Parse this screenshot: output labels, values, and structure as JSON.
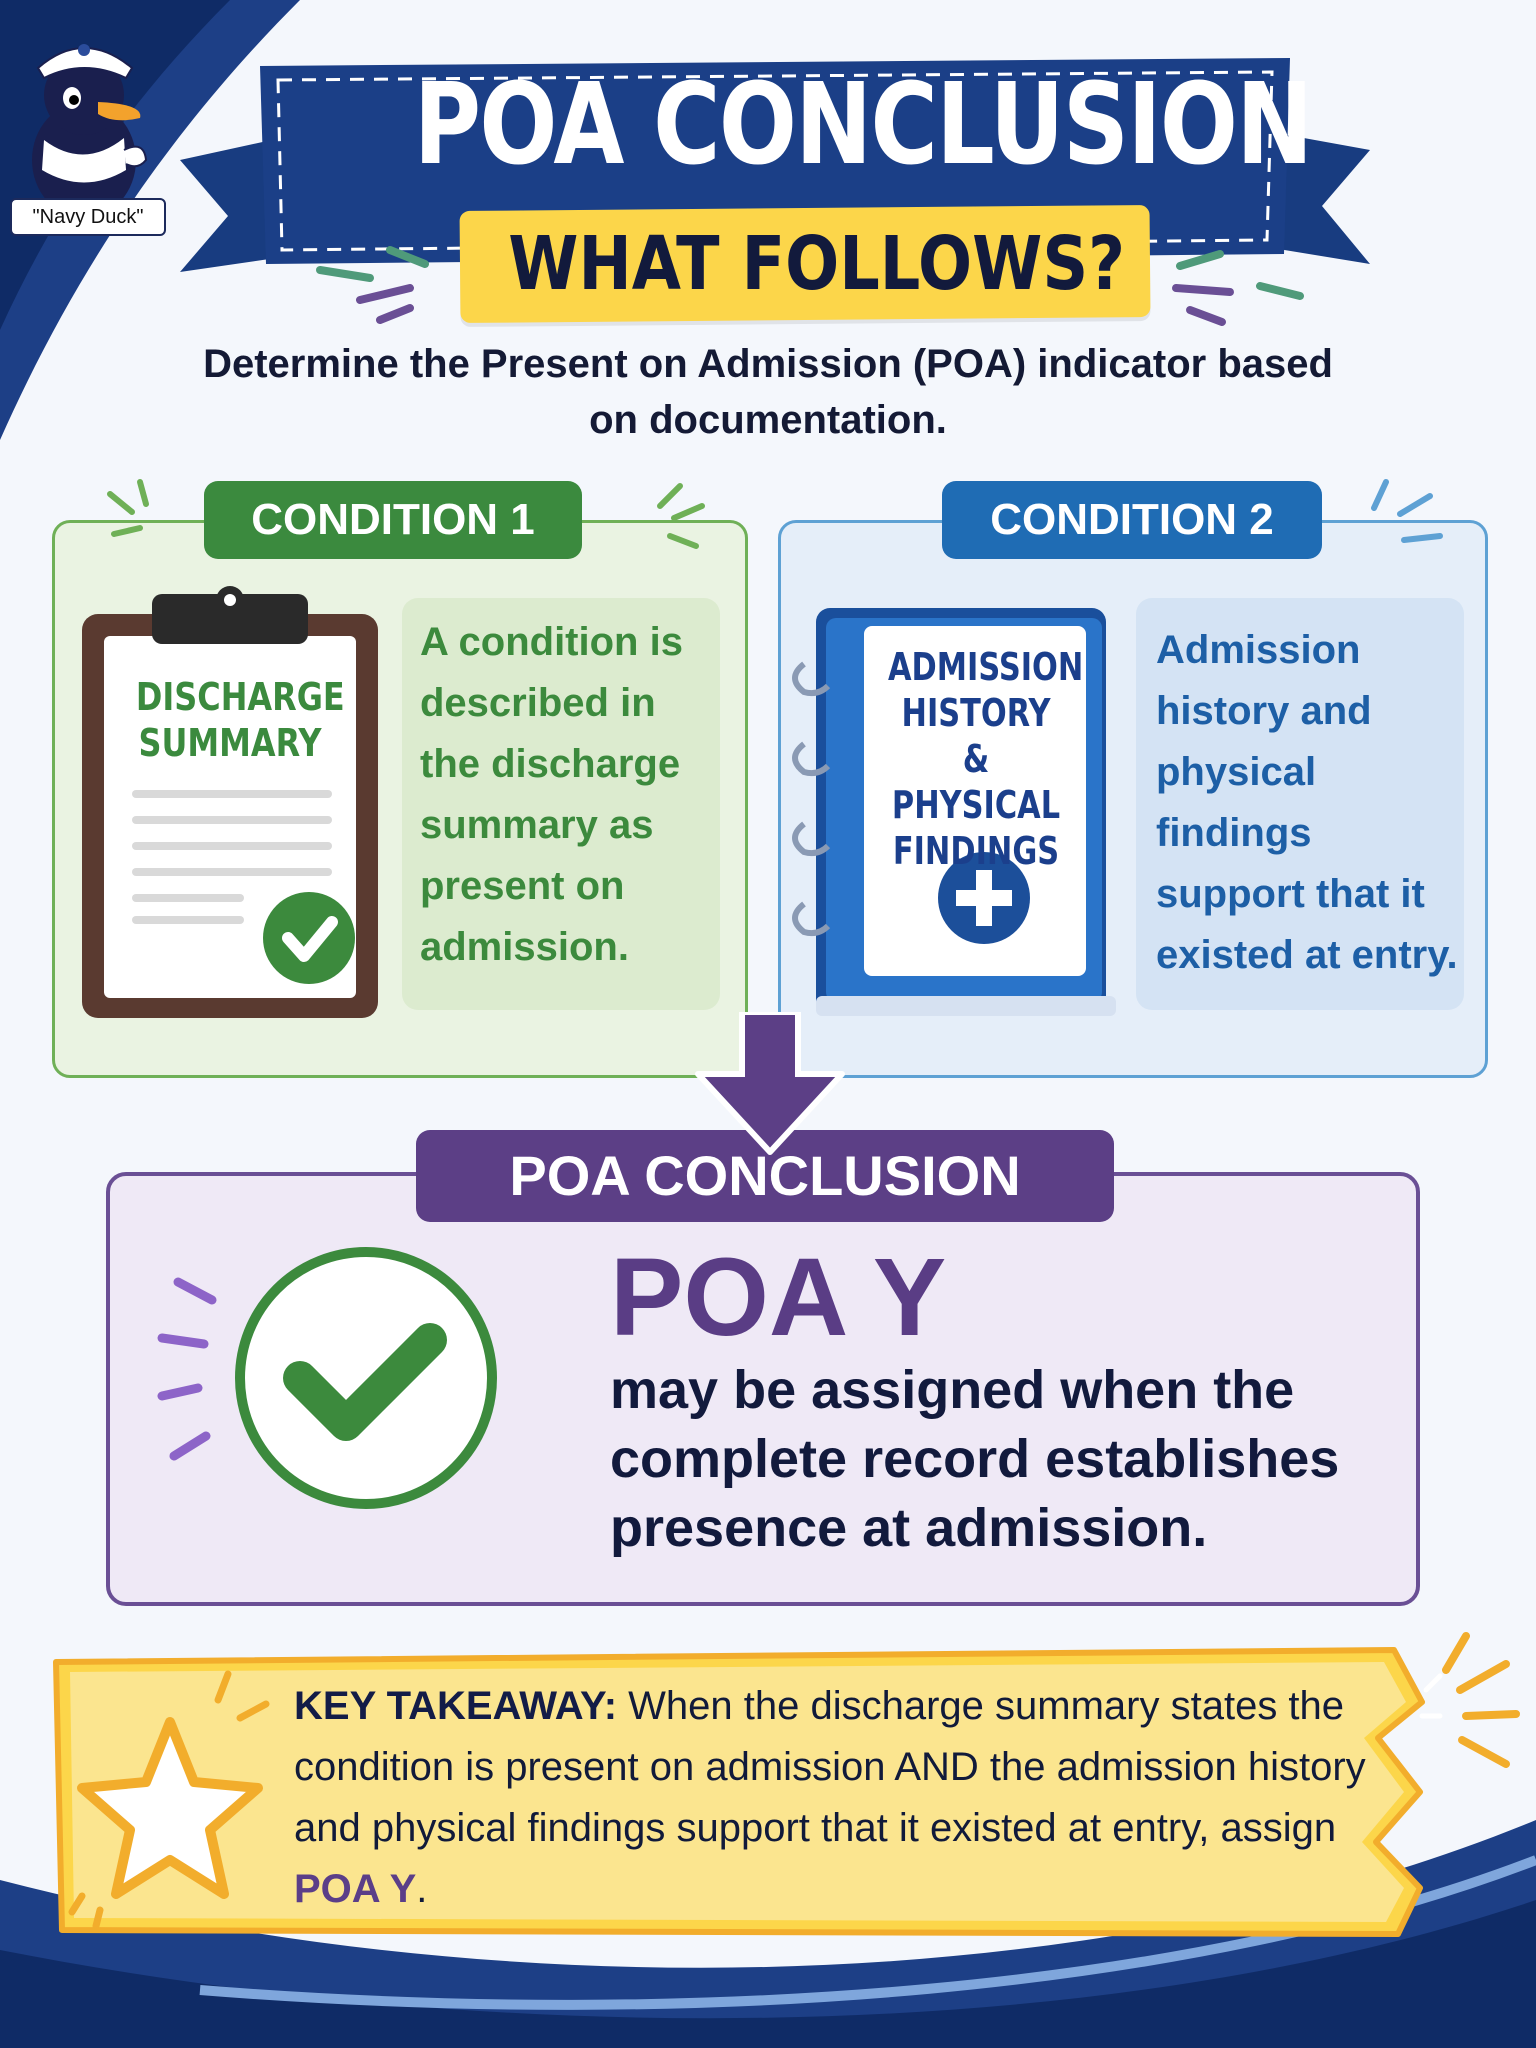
{
  "header": {
    "mascot_label": "\"Navy Duck\"",
    "title": "POA CONCLUSION",
    "subtitle": "WHAT FOLLOWS?",
    "intro": "Determine the Present on Admission (POA) indicator based on documentation."
  },
  "conditions": [
    {
      "label": "CONDITION 1",
      "icon_name": "clipboard-check-icon",
      "document_title": "DISCHARGE SUMMARY",
      "text": "A condition is described in the discharge summary as present on admission.",
      "color": "#3b8a3e"
    },
    {
      "label": "CONDITION 2",
      "icon_name": "medical-book-icon",
      "document_title": "ADMISSION HISTORY & PHYSICAL FINDINGS",
      "text": "Admission history and physical findings support that it existed at entry.",
      "color": "#1f6cb4"
    }
  ],
  "conclusion": {
    "label": "POA CONCLUSION",
    "icon_name": "checkmark-circle-icon",
    "value": "POA Y",
    "text": "may be assigned when the complete record establishes presence at admission.",
    "color": "#5c3f86"
  },
  "takeaway": {
    "icon_name": "star-icon",
    "heading": "KEY TAKEAWAY:",
    "text": "When the discharge summary states the condition is present on admission AND the admission history and physical findings support that it existed at entry, assign",
    "highlight": "POA Y",
    "end": ".",
    "color": "#fcd64a"
  }
}
